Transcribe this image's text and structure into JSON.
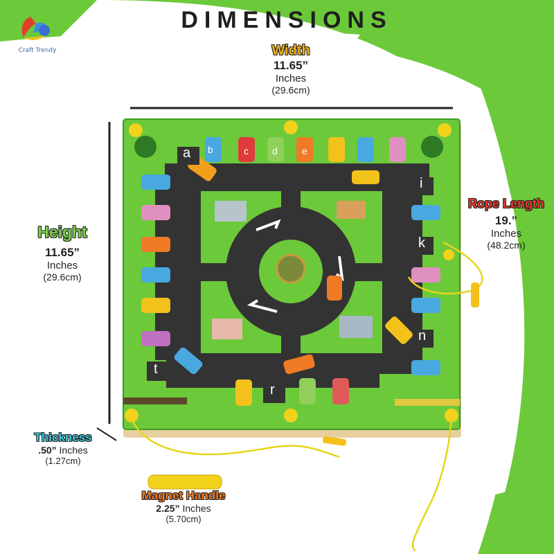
{
  "brand": {
    "logo_text": "Craft Trendy"
  },
  "title": "DIMENSIONS",
  "dimensions": {
    "width": {
      "label": "Width",
      "value": "11.65”",
      "unit": "Inches",
      "metric": "(29.6cm)"
    },
    "height": {
      "label": "Height",
      "value": "11.65”",
      "unit": "Inches",
      "metric": "(29.6cm)"
    },
    "rope": {
      "label": "Rope Length",
      "value": "19.”",
      "unit": "Inches",
      "metric": "(48.2cm)"
    },
    "thickness": {
      "label": "Thickness",
      "value": ".50”",
      "unit": "Inches",
      "metric": "(1.27cm)"
    },
    "handle": {
      "label": "Magnet Handle",
      "value": "2.25”",
      "unit": "Inches",
      "metric": "(5.70cm)"
    }
  },
  "board": {
    "letters": [
      "a",
      "b",
      "c",
      "d",
      "e",
      "i",
      "k",
      "n",
      "r",
      "t"
    ]
  },
  "colors": {
    "green": "#6cc93a",
    "dark_green": "#3c9a24",
    "road": "#333333",
    "width_label": "#f2b21b",
    "height_label": "#7ad04a",
    "rope_label": "#e23b2e",
    "thickness_label": "#3fc6d8",
    "handle_label": "#f07a25",
    "rope": "#e8d41a"
  }
}
